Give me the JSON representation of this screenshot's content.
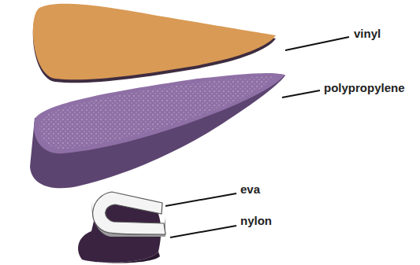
{
  "diagram": {
    "labels": [
      "vinyl",
      "polypropylene",
      "eva",
      "nylon"
    ]
  }
}
